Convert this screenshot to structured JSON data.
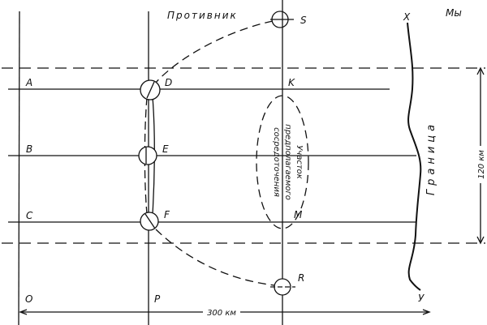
{
  "title_enemy": "Противник",
  "title_us": "Мы",
  "points": {
    "A": "A",
    "B": "B",
    "C": "C",
    "D": "D",
    "E": "E",
    "F": "F",
    "K": "K",
    "M": "M",
    "O": "O",
    "P": "P",
    "R": "R",
    "S": "S",
    "X": "X",
    "Y": "У"
  },
  "zone_label": {
    "line1": "Участок",
    "line2": "предполагаемого",
    "line3": "сосредоточения"
  },
  "border_label": "Граница",
  "dimensions": {
    "width": "300 км",
    "height": "120 км"
  },
  "colors": {
    "ink": "#111111",
    "paper": "#ffffff"
  }
}
